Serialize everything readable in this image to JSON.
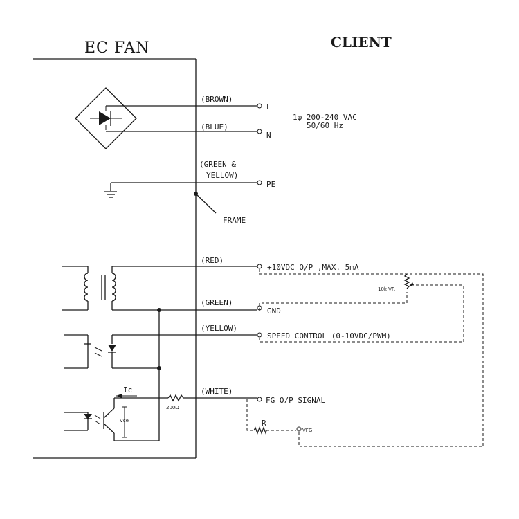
{
  "headers": {
    "ec_fan": "EC FAN",
    "client": "CLIENT"
  },
  "wires": {
    "brown": "(BROWN)",
    "blue": "(BLUE)",
    "green_yellow_1": "(GREEN &",
    "green_yellow_2": "YELLOW)",
    "red": "(RED)",
    "green": "(GREEN)",
    "yellow": "(YELLOW)",
    "white": "(WHITE)"
  },
  "terminals": {
    "l": "L",
    "n": "N",
    "pe": "PE",
    "v10": "+10VDC O/P ,MAX. 5mA",
    "gnd": "GND",
    "speed": "SPEED CONTROL (0-10VDC/PWM)",
    "fg": "FG O/P SIGNAL"
  },
  "supply": {
    "line1": "1φ 200-240 VAC",
    "line2": "50/60 Hz"
  },
  "components": {
    "frame": "FRAME",
    "resistor_200": "200Ω",
    "pot": "10k VR",
    "r": "R",
    "vfg": "VFG",
    "ic": "Ic",
    "vce": "Vce"
  }
}
